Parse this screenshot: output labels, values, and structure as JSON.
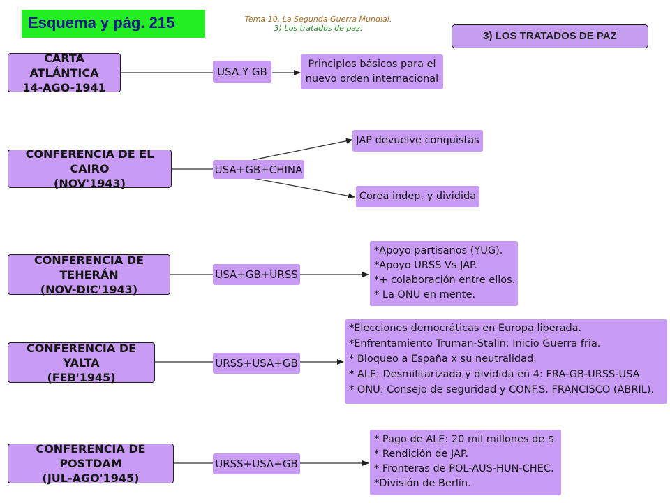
{
  "header": {
    "badge": "Esquema y pág. 215",
    "subtitle_line1": "Tema 10. La Segunda Guerra Mundial.",
    "subtitle_line2": "3) Los tratados de paz.",
    "section_tag": "3) LOS TRATADOS DE PAZ"
  },
  "rows": [
    {
      "conf_line1": "CARTA ATLÁNTICA",
      "conf_line2": "14-AGO-1941",
      "participants": "USA Y GB",
      "results": [
        {
          "lines": [
            "Principios básicos para el",
            "nuevo orden internacional"
          ]
        }
      ]
    },
    {
      "conf_line1": "CONFERENCIA DE EL CAIRO",
      "conf_line2": "(NOV'1943)",
      "participants": "USA+GB+CHINA",
      "results": [
        {
          "lines": [
            "JAP devuelve conquistas"
          ]
        },
        {
          "lines": [
            "Corea indep. y dividida"
          ]
        }
      ]
    },
    {
      "conf_line1": "CONFERENCIA DE TEHERÁN",
      "conf_line2": "(NOV-DIC'1943)",
      "participants": "USA+GB+URSS",
      "results": [
        {
          "lines": [
            "*Apoyo partisanos (YUG).",
            "*Apoyo URSS Vs JAP.",
            "*+ colaboración entre ellos.",
            "* La ONU en mente."
          ]
        }
      ]
    },
    {
      "conf_line1": "CONFERENCIA DE YALTA",
      "conf_line2": "(FEB'1945)",
      "participants": "URSS+USA+GB",
      "results": [
        {
          "lines": [
            "*Elecciones democráticas en Europa liberada.",
            "*Enfrentamiento Truman-Stalin: Inicio Guerra fria.",
            "* Bloqueo a España x su neutralidad.",
            "* ALE: Desmilitarizada y dividida en 4: FRA-GB-URSS-USA",
            "* ONU: Consejo de seguridad y CONF.S. FRANCISCO (ABRIL)."
          ]
        }
      ]
    },
    {
      "conf_line1": "CONFERENCIA DE POSTDAM",
      "conf_line2": "(JUL-AGO'1945)",
      "participants": "URSS+USA+GB",
      "results": [
        {
          "lines": [
            "* Pago de ALE: 20 mil millones de $",
            "* Rendición de JAP.",
            "* Fronteras de POL-AUS-HUN-CHEC.",
            "*División de Berlín."
          ]
        }
      ]
    }
  ]
}
